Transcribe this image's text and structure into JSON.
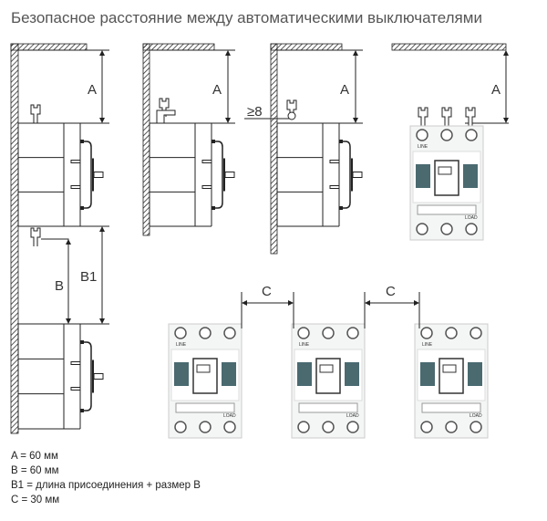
{
  "title": "Безопасное расстояние между автоматическими выключателями",
  "labels": {
    "A": "A",
    "B": "B",
    "B1": "B1",
    "C": "C",
    "min_gap": "≥8",
    "line": "LINE",
    "load": "LOAD"
  },
  "legend": [
    "A = 60 мм",
    "B = 60 мм",
    "B1 = длина присоединения + размер B",
    "C = 30 мм"
  ],
  "colors": {
    "line": "#222222",
    "text": "#555555",
    "breaker_label": "#4a6a70"
  }
}
